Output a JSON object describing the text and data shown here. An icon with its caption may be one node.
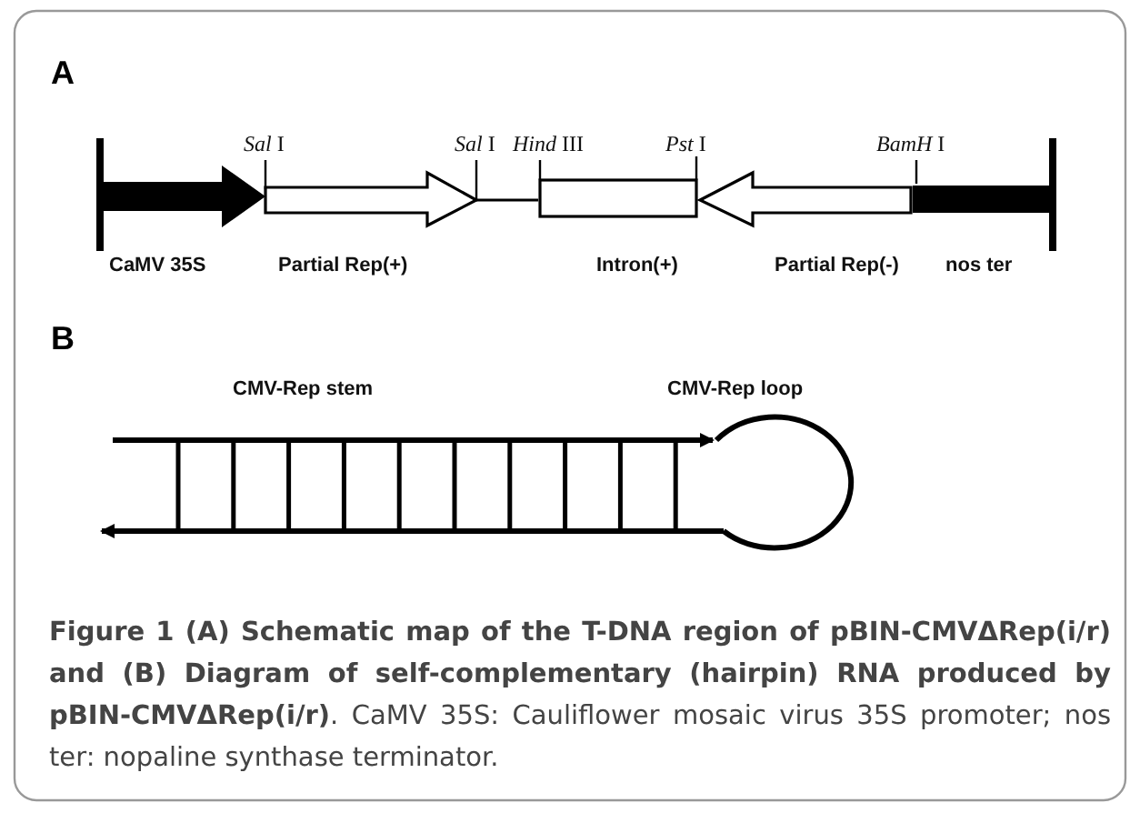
{
  "diagram": {
    "caption": "**Figure 1 (A) Schematic map of the T-DNA region of pBIN-CMVΔRep(i/r) and (B) Diagram of self-complementary (hairpin) RNA produced by pBIN-CMVΔRep(i/r)**. CaMV 35S: Cauliflower mosaic virus 35S promoter; nos ter: nopaline synthase terminator.",
    "nodes": [
      {
        "text": [
          "CaMV 35S"
        ]
      },
      {
        "text": [
          "Partial Rep(+)"
        ]
      },
      {
        "text": [
          "Intron(+)"
        ]
      },
      {
        "text": [
          "Partial Rep(-)"
        ]
      },
      {
        "text": [
          "nos ter"
        ]
      }
    ],
    "labels": [
      "A",
      "*Sal* I",
      "*Sal* I",
      "*Hind* III",
      "*Pst* I",
      "*BamH* I",
      "B",
      "CMV-Rep stem",
      "CMV-Rep loop"
    ]
  }
}
